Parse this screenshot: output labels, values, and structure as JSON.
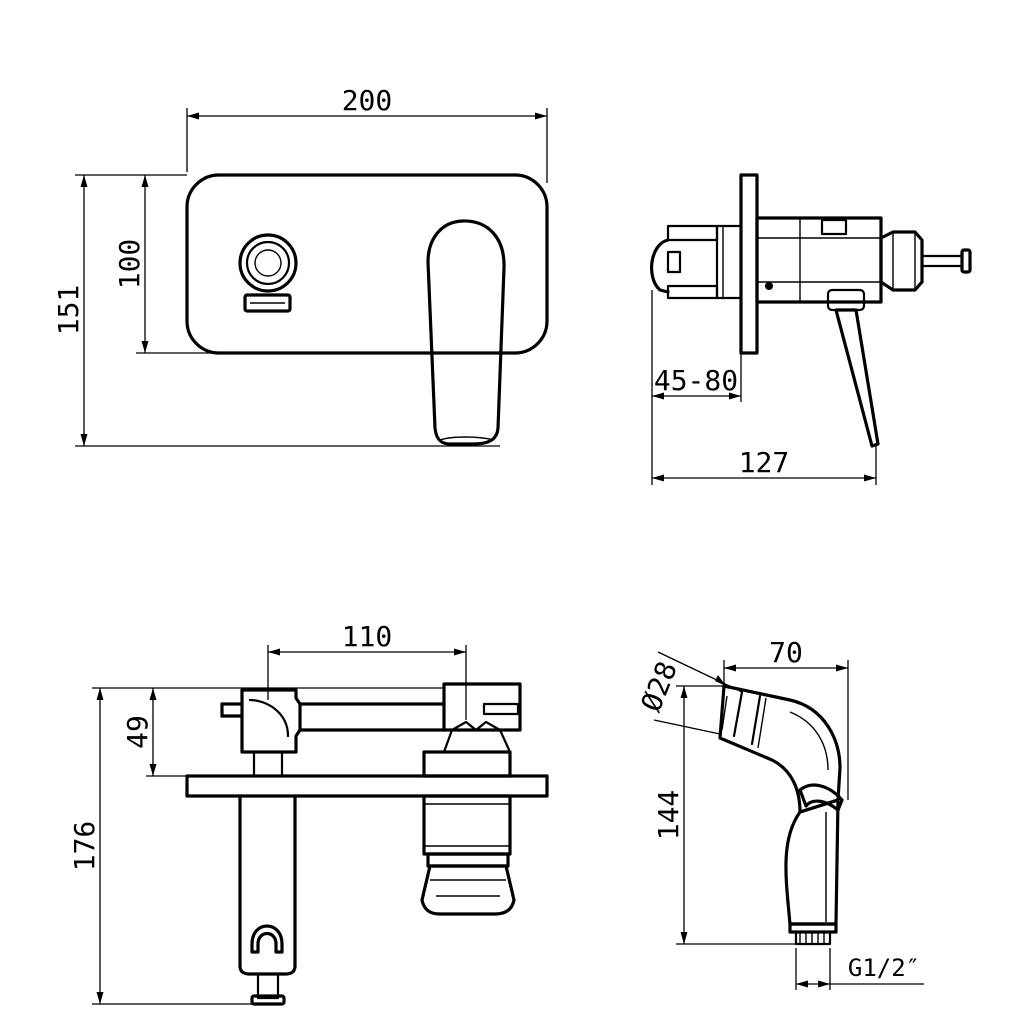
{
  "dimensions": {
    "front_width": "200",
    "front_total_height": "151",
    "front_plate_height": "100",
    "side_wall_depth": "45-80",
    "side_total_depth": "127",
    "top_spacing": "110",
    "top_total": "176",
    "top_offset": "49",
    "handset_width": "70",
    "handset_diameter": "Ø28",
    "handset_height": "144",
    "handset_thread": "G1/2″"
  },
  "views": [
    "front-view",
    "side-view",
    "top-view",
    "hand-shower-view"
  ]
}
